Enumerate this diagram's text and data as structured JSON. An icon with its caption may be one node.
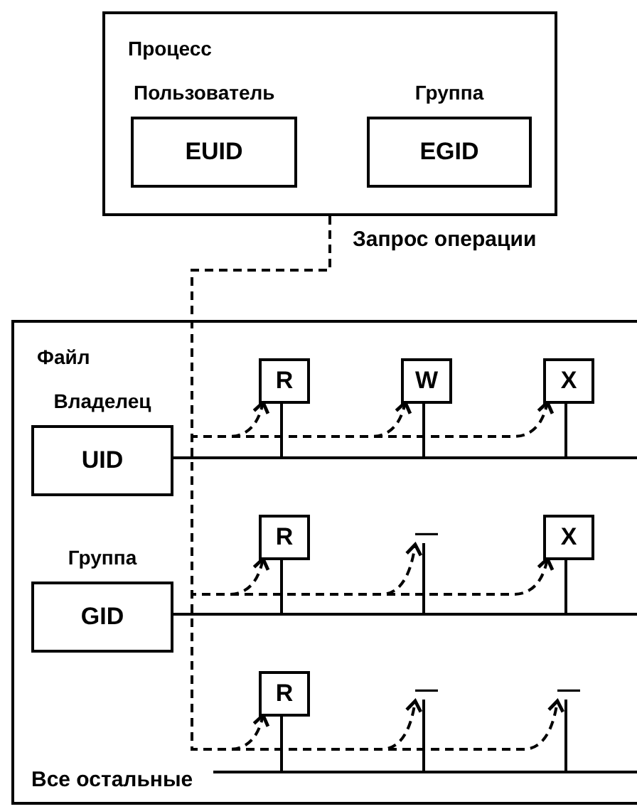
{
  "diagram": {
    "nodes": [
      {
        "text": [
          "Процесс"
        ]
      },
      {
        "text": [
          "EUID"
        ],
        "in": 0,
        "beside": [
          "Пользователь"
        ]
      },
      {
        "text": [
          "EGID"
        ],
        "in": 0,
        "beside": [
          "Группа"
        ]
      },
      {
        "text": [
          "Файл"
        ]
      },
      {
        "text": [
          "UID"
        ],
        "in": 3,
        "beside": [
          "Владелец"
        ]
      },
      {
        "text": [
          "R"
        ],
        "in": 3
      },
      {
        "text": [
          "W"
        ],
        "in": 3
      },
      {
        "text": [
          "X"
        ],
        "in": 3
      },
      {
        "text": [
          "GID"
        ],
        "in": 3,
        "beside": [
          "Группа"
        ]
      },
      {
        "text": [
          "R"
        ],
        "in": 3
      },
      {
        "text": [
          "—"
        ],
        "in": 3
      },
      {
        "text": [
          "X"
        ],
        "in": 3
      },
      {
        "text": [
          "R"
        ],
        "in": 3
      },
      {
        "text": [
          "—"
        ],
        "in": 3
      },
      {
        "text": [
          "—"
        ],
        "in": 3
      },
      {
        "text": [
          "Все остальные"
        ],
        "in": 3
      }
    ],
    "edges": [
      {
        "from": 0,
        "to": 5,
        "arrow": "to",
        "style": "dashed",
        "label": "Запрос операции"
      },
      {
        "from": 0,
        "to": 6,
        "arrow": "to",
        "style": "dashed"
      },
      {
        "from": 0,
        "to": 7,
        "arrow": "to",
        "style": "dashed"
      },
      {
        "from": 0,
        "to": 9,
        "arrow": "to",
        "style": "dashed"
      },
      {
        "from": 0,
        "to": 10,
        "arrow": "to",
        "style": "dashed"
      },
      {
        "from": 0,
        "to": 11,
        "arrow": "to",
        "style": "dashed"
      },
      {
        "from": 0,
        "to": 12,
        "arrow": "to",
        "style": "dashed"
      },
      {
        "from": 0,
        "to": 13,
        "arrow": "to",
        "style": "dashed"
      },
      {
        "from": 0,
        "to": 14,
        "arrow": "to",
        "style": "dashed"
      },
      {
        "from": 4,
        "to": 5,
        "arrow": "none"
      },
      {
        "from": 4,
        "to": 6,
        "arrow": "none"
      },
      {
        "from": 4,
        "to": 7,
        "arrow": "none"
      },
      {
        "from": 8,
        "to": 9,
        "arrow": "none"
      },
      {
        "from": 8,
        "to": 10,
        "arrow": "none"
      },
      {
        "from": 8,
        "to": 11,
        "arrow": "none"
      },
      {
        "from": 15,
        "to": 12,
        "arrow": "none"
      },
      {
        "from": 15,
        "to": 13,
        "arrow": "none"
      },
      {
        "from": 15,
        "to": 14,
        "arrow": "none"
      }
    ]
  }
}
